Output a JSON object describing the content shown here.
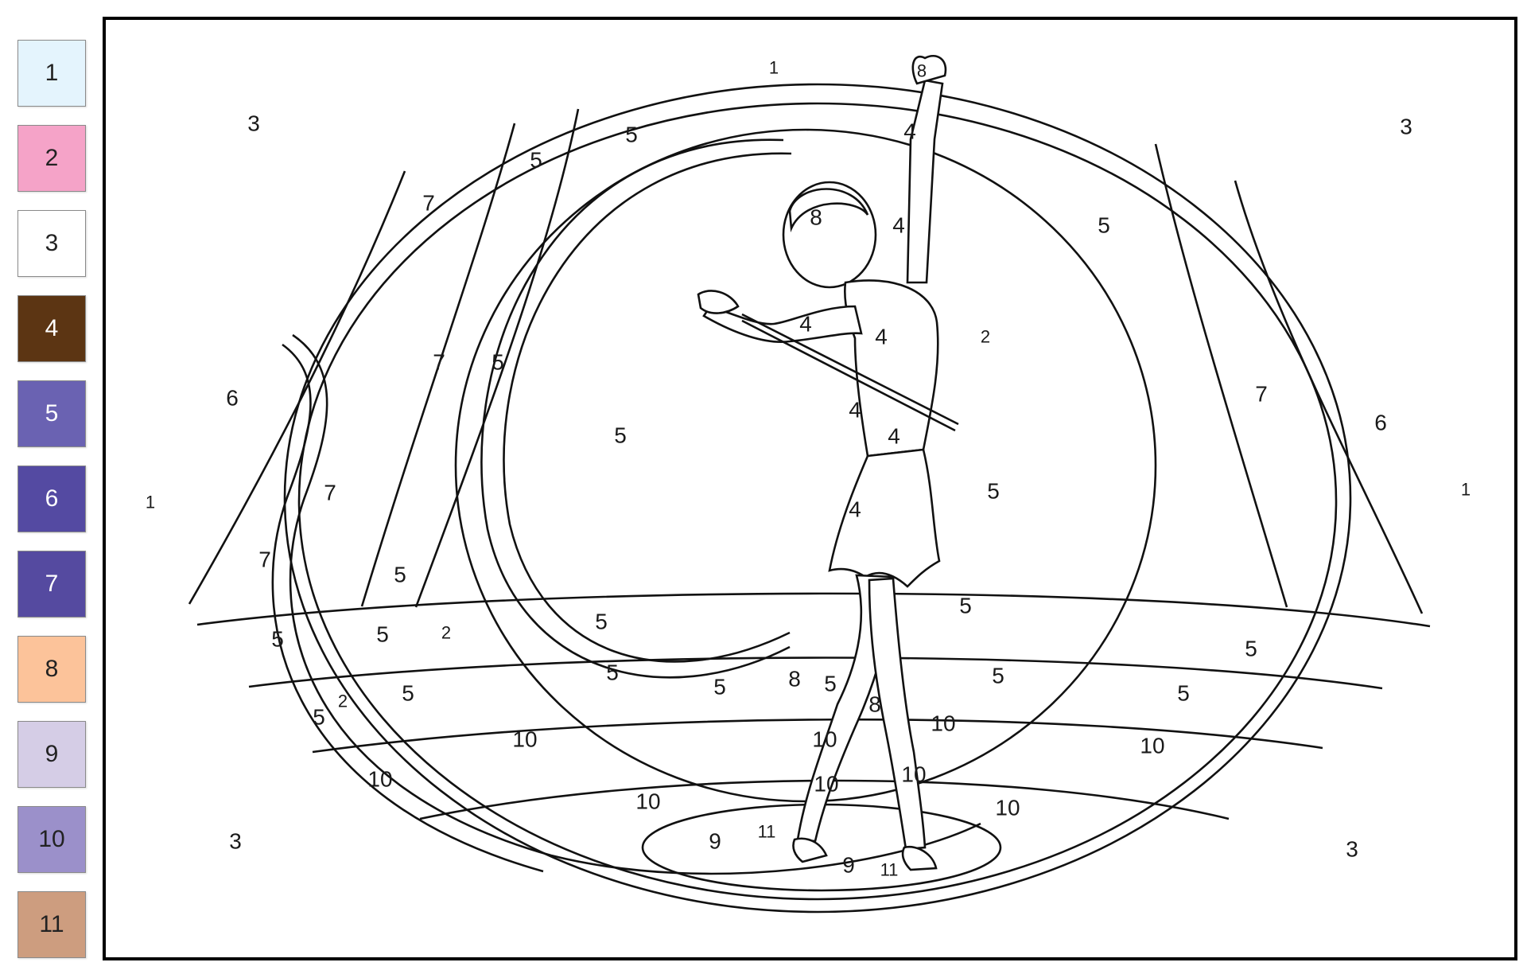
{
  "palette": [
    {
      "label": "1",
      "color": "#e4f4fd"
    },
    {
      "label": "2",
      "color": "#f5a3c8"
    },
    {
      "label": "3",
      "color": "#ffffff"
    },
    {
      "label": "4",
      "color": "#5c3513"
    },
    {
      "label": "5",
      "color": "#6a62b2"
    },
    {
      "label": "6",
      "color": "#544aa2"
    },
    {
      "label": "7",
      "color": "#554aa0"
    },
    {
      "label": "8",
      "color": "#fcc39a"
    },
    {
      "label": "9",
      "color": "#d5cde6"
    },
    {
      "label": "10",
      "color": "#9b90ca"
    },
    {
      "label": "11",
      "color": "#cd9d7f"
    }
  ],
  "canvas": {
    "frame_color": "#000000",
    "line_color": "#111111"
  },
  "region_labels": {
    "n1": "1",
    "n2": "2",
    "n3": "3",
    "n4": "4",
    "n5": "5",
    "n6": "6",
    "n7": "7",
    "n8": "8",
    "n9": "9",
    "n10": "10",
    "n11": "11"
  }
}
